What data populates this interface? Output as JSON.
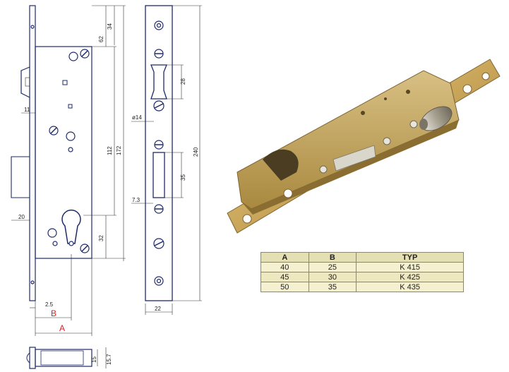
{
  "drawing": {
    "front_view": {
      "dim_top": "34",
      "dim_cyl_from_top": "62",
      "dim_mid": "112",
      "dim_total": "172",
      "dim_bottom": "32",
      "dim_left_11": "11",
      "dim_left_20": "20",
      "dim_faceplate_offset": "2.5",
      "label_b": "B",
      "label_a": "A"
    },
    "side_view": {
      "dim_latch": "28",
      "dim_hole": "ø14",
      "dim_bolt": "35",
      "dim_73": "7.3",
      "dim_height": "240",
      "dim_width": "22"
    },
    "bottom_view": {
      "dim_15": "15",
      "dim_157": "15.7"
    }
  },
  "table": {
    "headers": [
      "A",
      "B",
      "TYP"
    ],
    "rows": [
      [
        "40",
        "25",
        "K 415"
      ],
      [
        "45",
        "30",
        "K 425"
      ],
      [
        "50",
        "35",
        "K 435"
      ]
    ]
  },
  "colors": {
    "line": "#1f2a6b",
    "accent_red": "#d22222",
    "table_header": "#e5dfb4",
    "table_row": "#f4f0d0",
    "brass": "#c9a65a"
  }
}
